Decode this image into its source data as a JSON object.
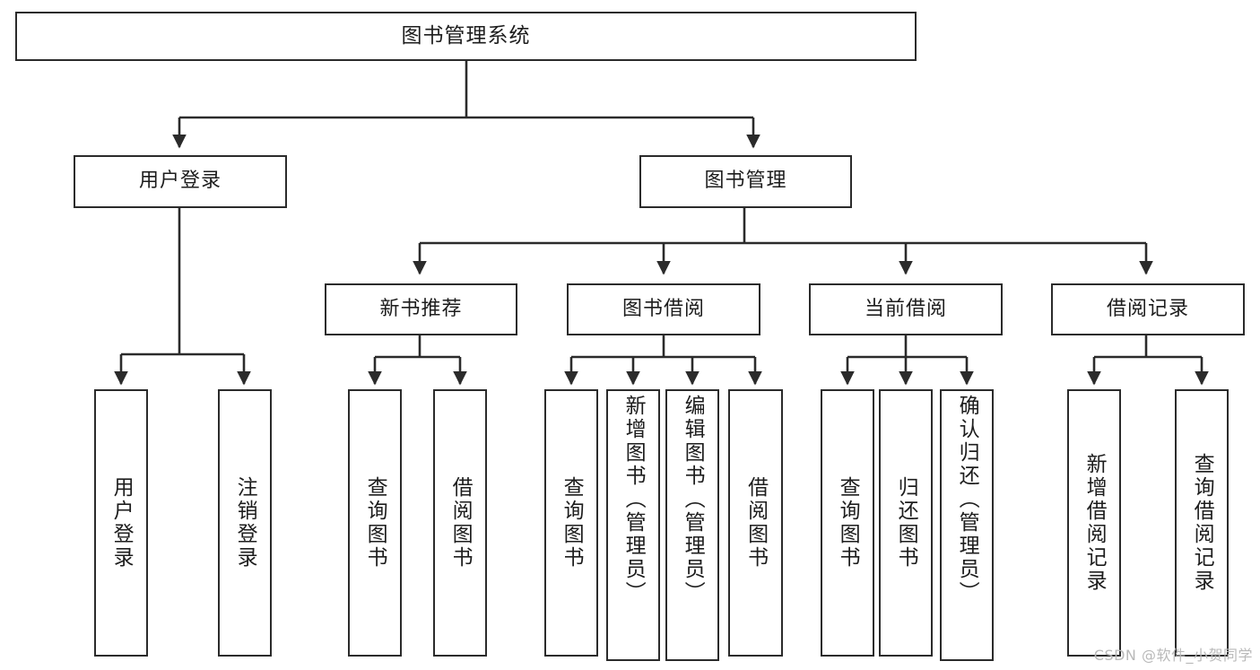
{
  "diagram": {
    "title": "图书管理系统",
    "type": "hierarchy-tree",
    "watermark": "CSDN @软件_小贺同学",
    "line_color": "#2b2b2b",
    "box_fill": "#ffffff",
    "text_color": "#1d1d1d",
    "root": {
      "label": "图书管理系统"
    },
    "level1": [
      {
        "label": "用户登录"
      },
      {
        "label": "图书管理"
      }
    ],
    "level2": [
      {
        "label": "新书推荐"
      },
      {
        "label": "图书借阅"
      },
      {
        "label": "当前借阅"
      },
      {
        "label": "借阅记录"
      }
    ],
    "leaves": {
      "user_login": [
        {
          "label": "用户登录"
        },
        {
          "label": "注销登录"
        }
      ],
      "new_book_recommend": [
        {
          "label": "查询图书"
        },
        {
          "label": "借阅图书"
        }
      ],
      "book_borrow": [
        {
          "label": "查询图书"
        },
        {
          "label": "新增图书（管理员）"
        },
        {
          "label": "编辑图书（管理员）"
        },
        {
          "label": "借阅图书"
        }
      ],
      "current_borrow": [
        {
          "label": "查询图书"
        },
        {
          "label": "归还图书"
        },
        {
          "label": "确认归还（管理员）"
        }
      ],
      "borrow_record": [
        {
          "label": "新增借阅记录"
        },
        {
          "label": "查询借阅记录"
        }
      ]
    }
  }
}
